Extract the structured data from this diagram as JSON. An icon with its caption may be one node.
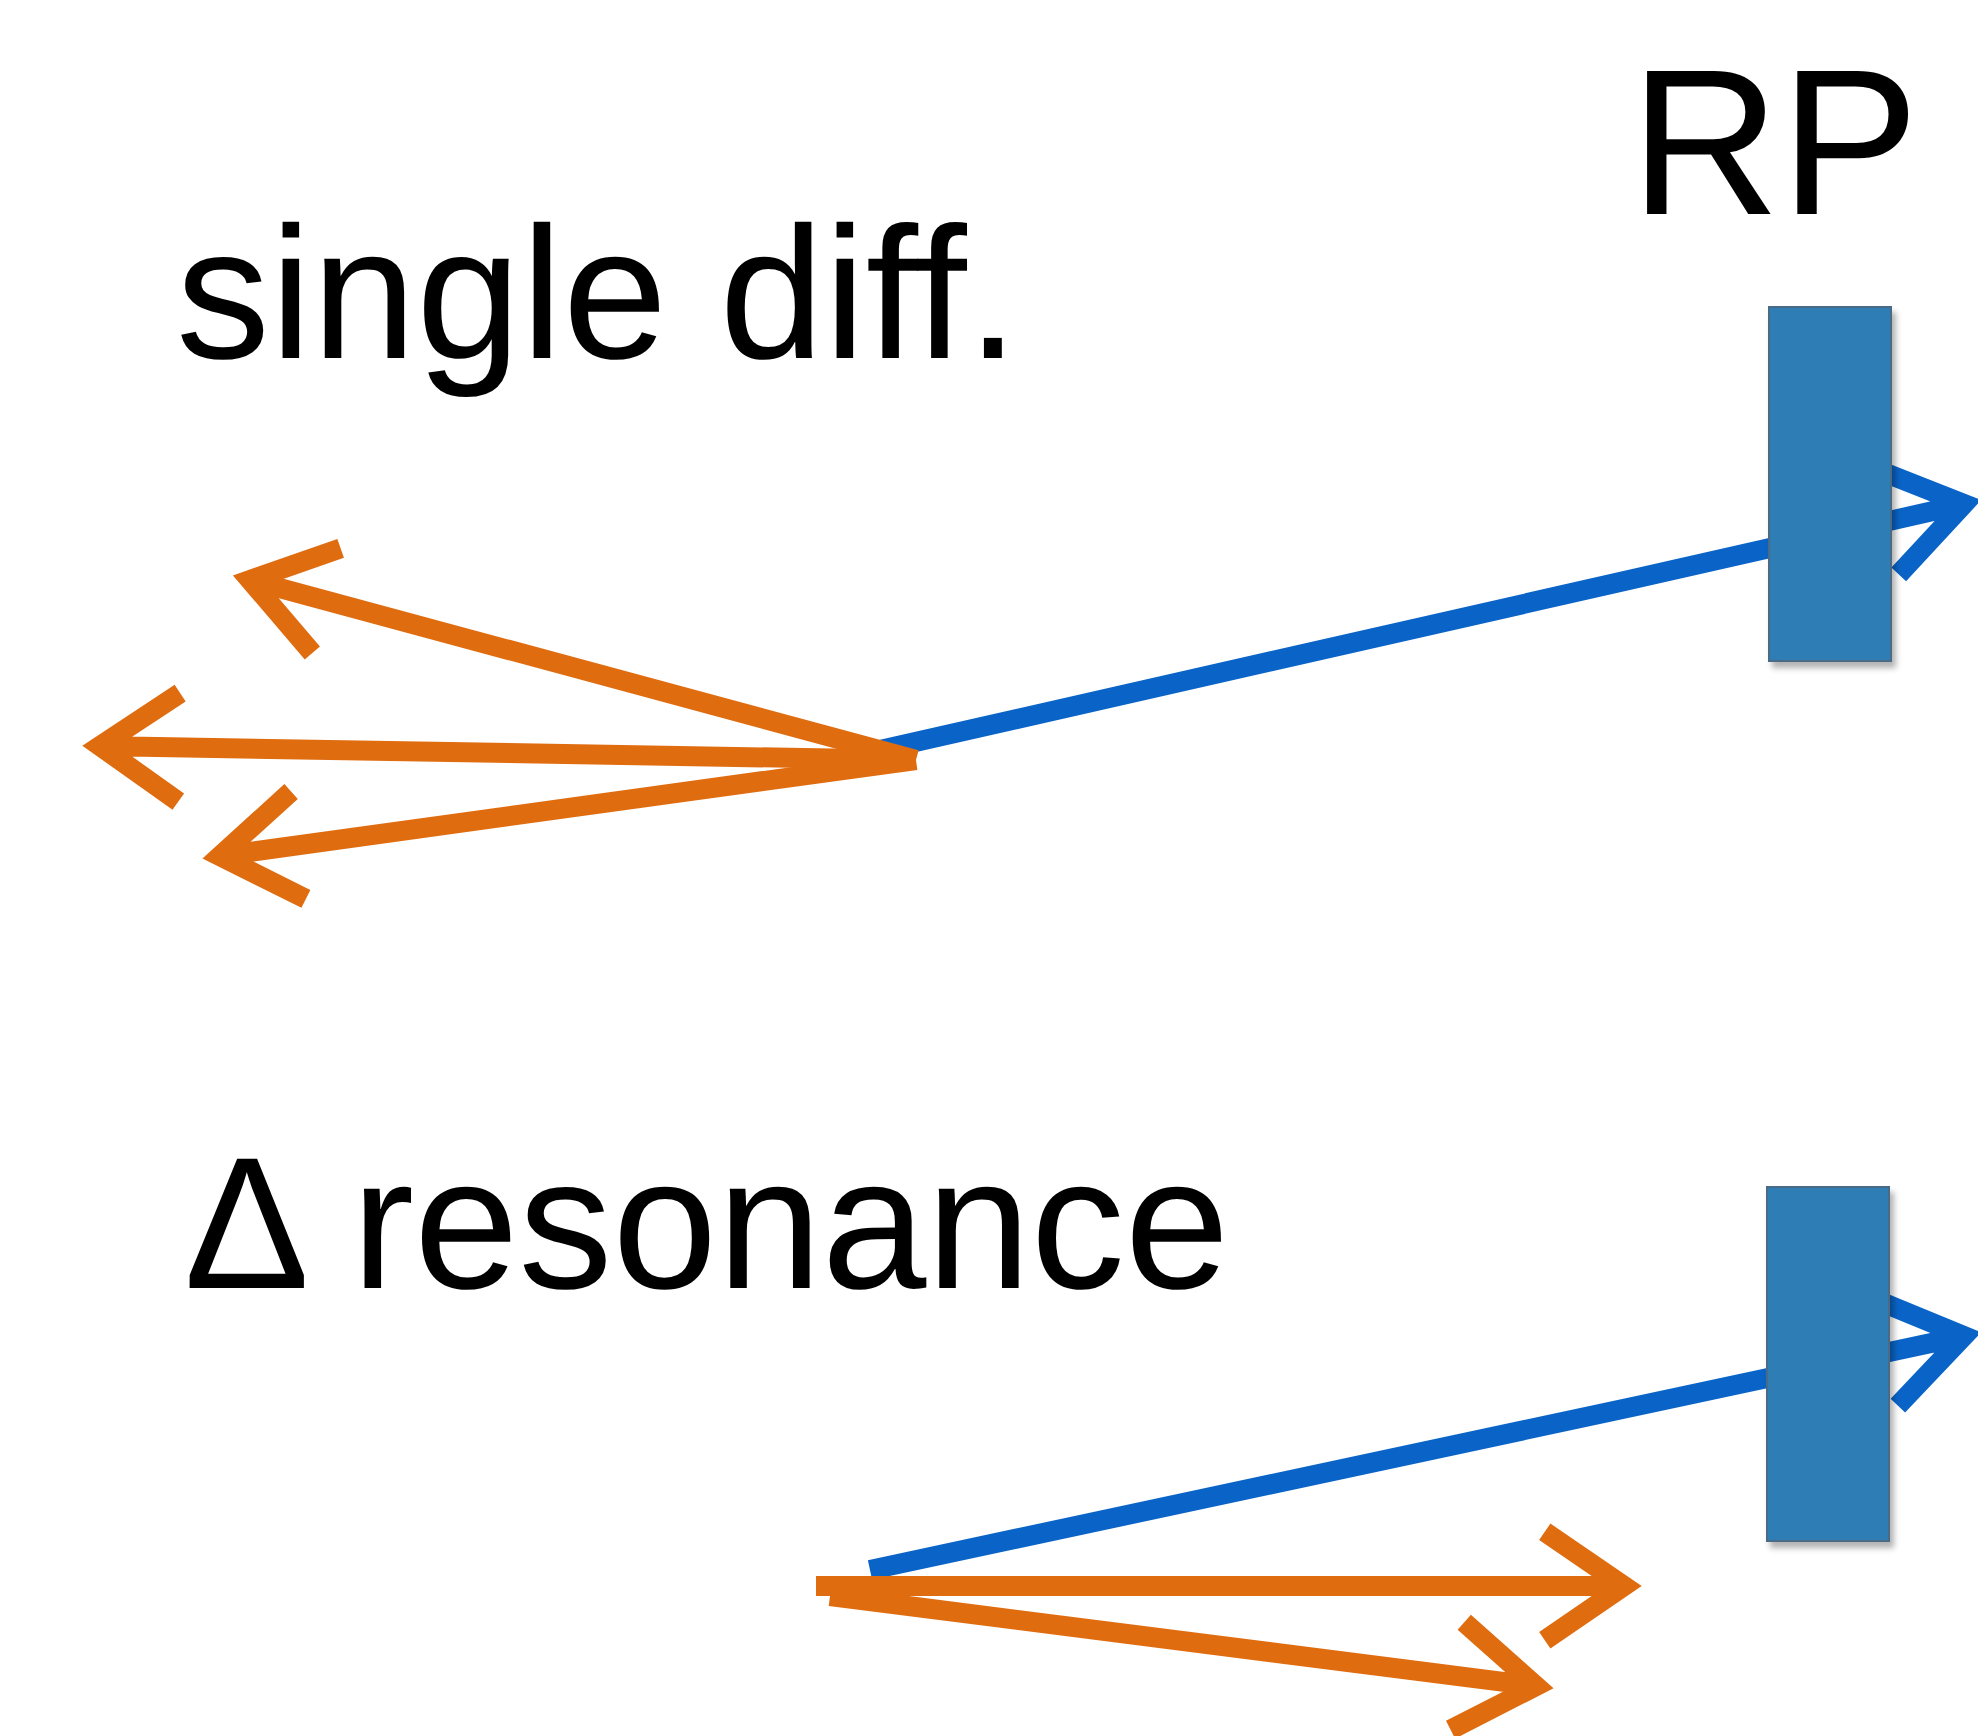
{
  "diagram": {
    "nodes": [
      {
        "text": [
          "RP"
        ]
      },
      {
        "text": [],
        "shape": "box"
      }
    ],
    "labels": [
      "single diff.",
      "Δ resonance"
    ]
  }
}
